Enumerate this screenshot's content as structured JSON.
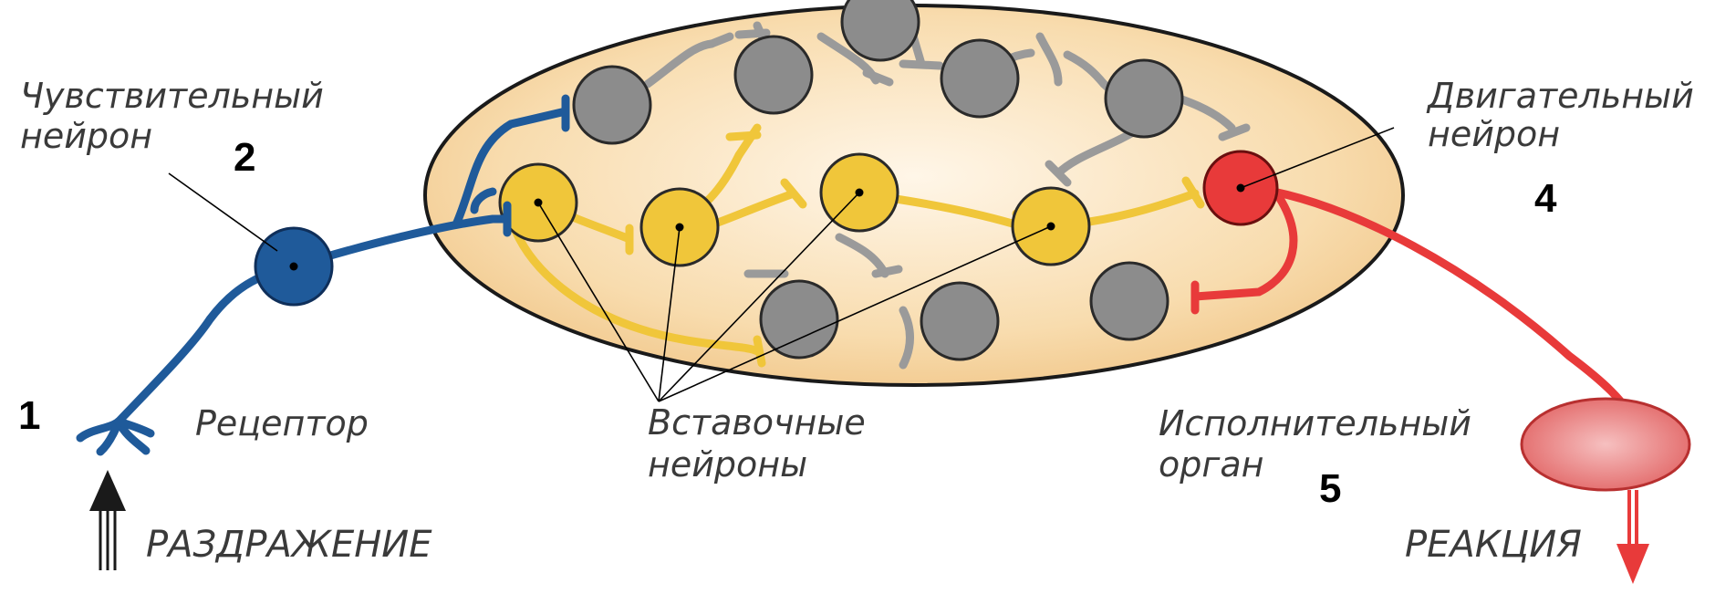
{
  "labels": {
    "sensory_neuron_1": "Чувствительный",
    "sensory_neuron_2": "нейрон",
    "motor_neuron_1": "Двигательный",
    "motor_neuron_2": "нейрон",
    "receptor": "Рецептор",
    "interneurons_1": "Вставочные",
    "interneurons_2": "нейроны",
    "effector_1": "Исполнительный",
    "effector_2": "орган",
    "stimulus": "РАЗДРАЖЕНИЕ",
    "reaction": "РЕАКЦИЯ"
  },
  "numbers": {
    "n1": "1",
    "n2": "2",
    "n4": "4",
    "n5": "5"
  },
  "colors": {
    "sensory": "#1f5a9a",
    "interneuron": "#f0c63a",
    "motor": "#e83a3a",
    "other_neuron": "#8c8c8c",
    "cns_body": "#f7d9a8"
  }
}
